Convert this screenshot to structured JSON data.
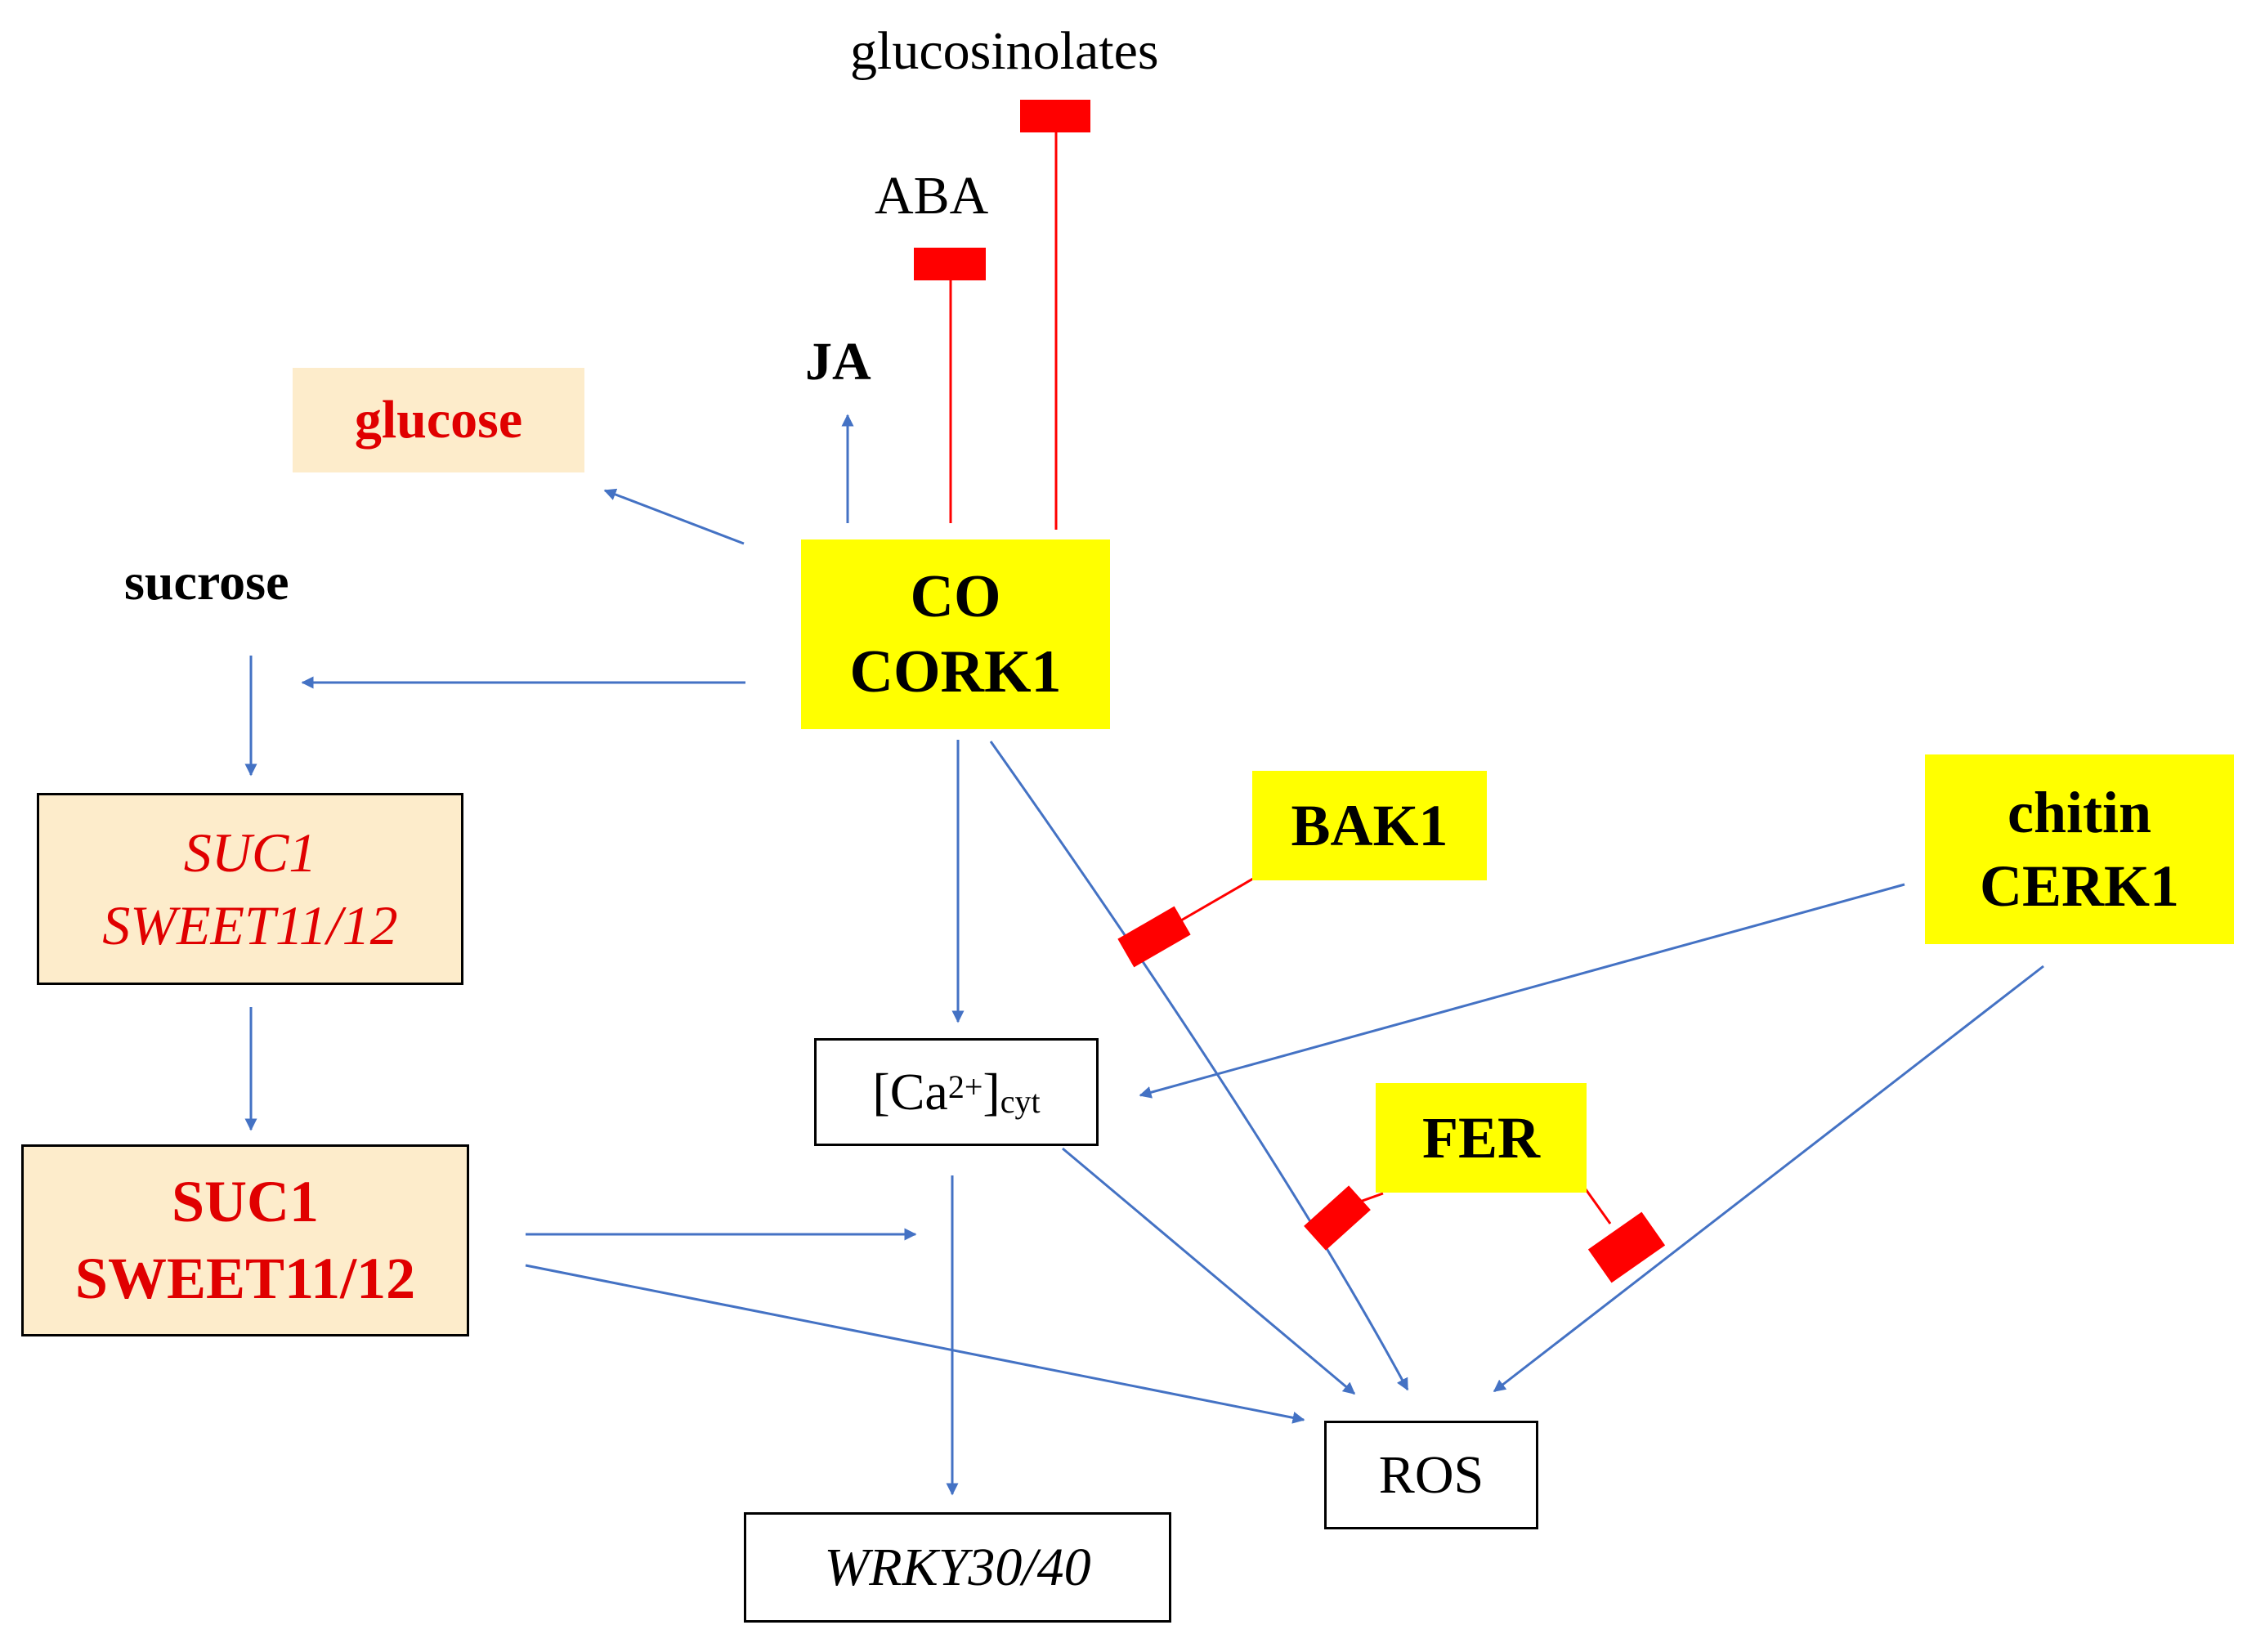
{
  "nodes": {
    "glucosinolates": "glucosinolates",
    "aba": "ABA",
    "ja": "JA",
    "glucose": "glucose",
    "sucrose": "sucrose",
    "co_cork1": {
      "line1": "CO",
      "line2": "CORK1"
    },
    "bak1": "BAK1",
    "chitin_cerk1": {
      "line1": "chitin",
      "line2": "CERK1"
    },
    "suc1_sweet_genes": {
      "line1": "SUC1",
      "line2": "SWEET11/12"
    },
    "suc1_sweet_proteins": {
      "line1": "SUC1",
      "line2": "SWEET11/12"
    },
    "calcium": {
      "base": "[Ca",
      "sup": "2+",
      "close": "]",
      "sub": "cyt"
    },
    "fer": "FER",
    "ros": "ROS",
    "wrky": "WRKY30/40"
  },
  "colors": {
    "activation_arrow": "#4472c4",
    "inhibition": "#ff0000",
    "highlight_yellow": "#ffff00",
    "peach_fill": "#fdeccb",
    "red_text": "#e00000"
  }
}
